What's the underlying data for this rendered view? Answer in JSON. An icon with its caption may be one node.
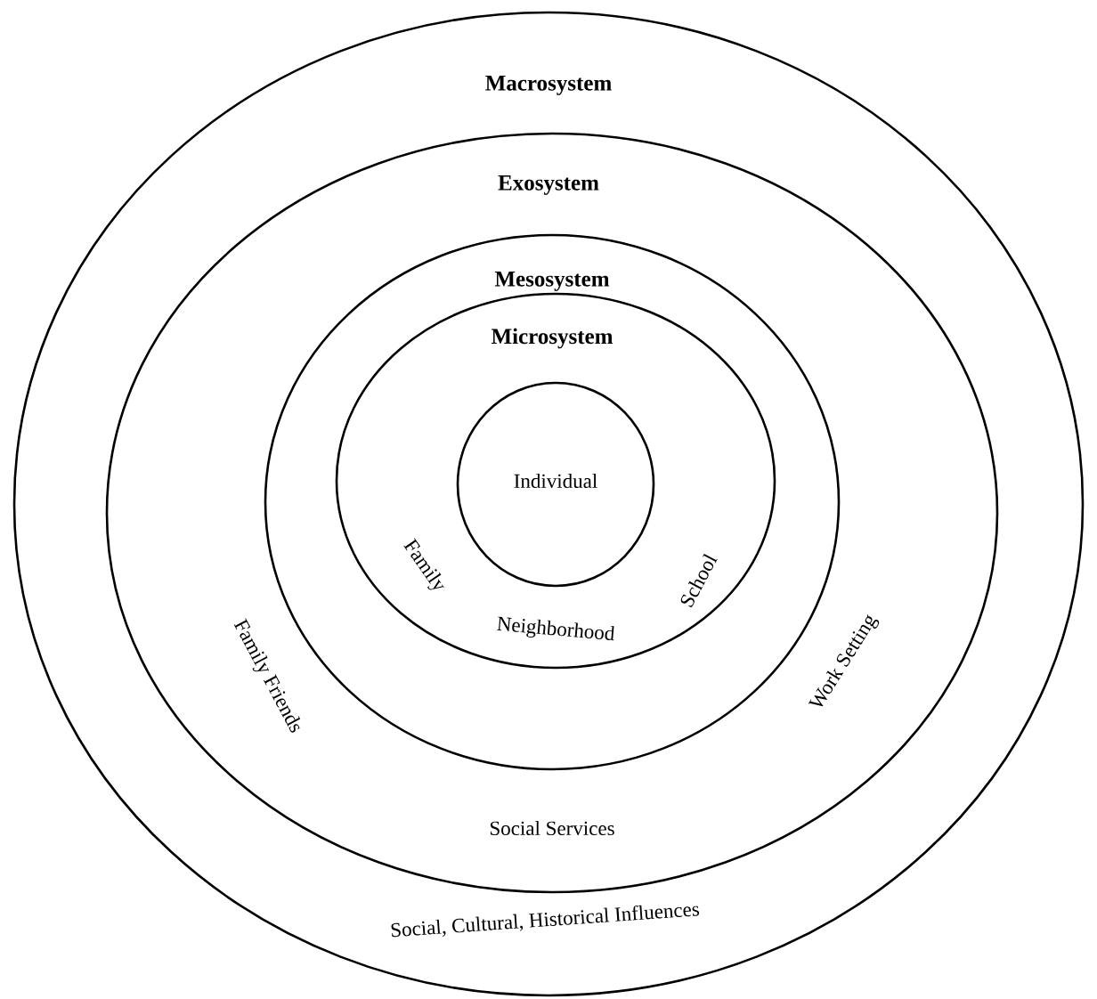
{
  "diagram": {
    "nodes": [
      {
        "text": [
          "Macrosystem",
          "Social, Cultural, Historical Influences"
        ]
      },
      {
        "text": [
          "Exosystem",
          "Family Friends",
          "Social Services",
          "Work Setting"
        ],
        "in": 0
      },
      {
        "text": [
          "Mesosystem"
        ],
        "in": 1
      },
      {
        "text": [
          "Microsystem",
          "Family",
          "Neighborhood",
          "School"
        ],
        "in": 2
      },
      {
        "text": [
          "Individual"
        ],
        "in": 3
      }
    ]
  }
}
